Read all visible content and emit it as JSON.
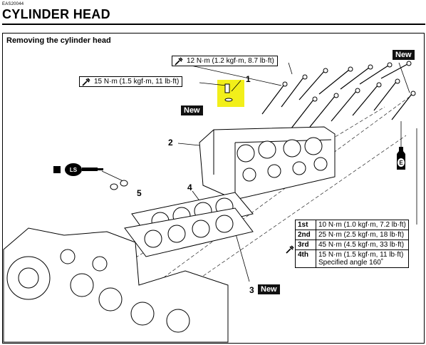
{
  "header": {
    "doc_code": "EAS20044",
    "title": "CYLINDER HEAD"
  },
  "section": {
    "heading": "Removing the cylinder head"
  },
  "specs": {
    "top": "12 N·m (1.2 kgf·m, 8.7 lb·ft)",
    "left": "15 N·m (1.5 kgf·m, 11 lb·ft)"
  },
  "callouts": [
    "1",
    "2",
    "3",
    "4",
    "5"
  ],
  "new_label": "New",
  "lube_marks": {
    "engine_oil": "E",
    "grease": "LS"
  },
  "torque_table": [
    {
      "step": "1st",
      "value": "10 N·m (1.0 kgf·m, 7.2 lb·ft)"
    },
    {
      "step": "2nd",
      "value": "25 N·m (2.5 kgf·m, 18 lb·ft)"
    },
    {
      "step": "3rd",
      "value": "45 N·m (4.5 kgf·m, 33 lb·ft)"
    },
    {
      "step": "4th",
      "value": "15 N·m (1.5 kgf·m, 11 lb·ft)",
      "extra": "Specified angle 160˚"
    }
  ],
  "colors": {
    "highlight": "#f2ef1a",
    "ink": "#000000"
  },
  "icons": [
    "wrench-icon",
    "oil-can-icon",
    "grease-gun-icon"
  ]
}
